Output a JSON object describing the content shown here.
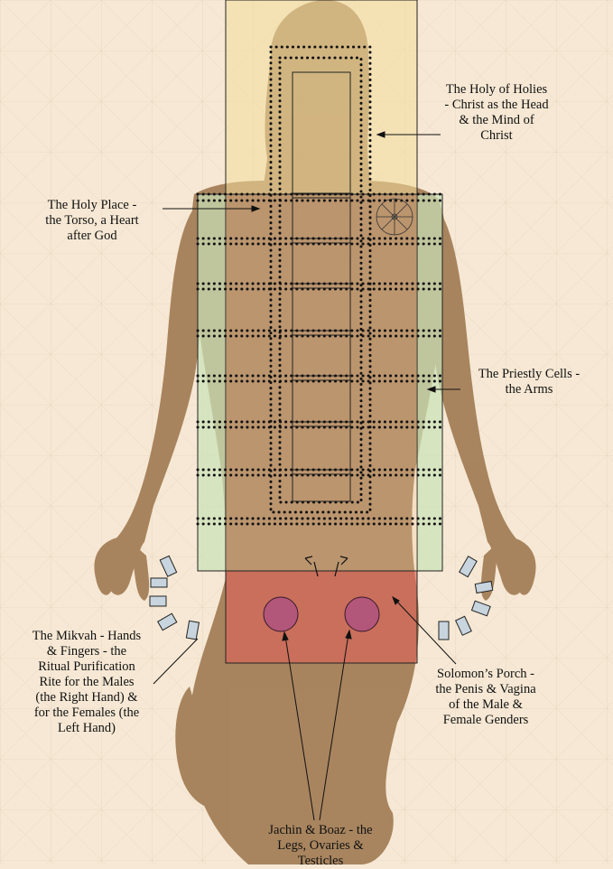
{
  "labels": {
    "holy_of_holies": [
      "The Holy of Holies",
      "- Christ as the Head",
      "& the Mind of",
      "Christ"
    ],
    "holy_place": [
      "The Holy Place -",
      "the Torso, a Heart",
      "after God"
    ],
    "priestly_cells": [
      "The Priestly Cells -",
      "the Arms"
    ],
    "mikvah": [
      "The Mikvah - Hands",
      "& Fingers - the",
      "Ritual Purification",
      "Rite for the Males",
      "(the Right Hand) &",
      "for the Females (the",
      "Left Hand)"
    ],
    "solomons_porch": [
      "Solomon’s Porch -",
      "the Penis & Vagina",
      "of the Male &",
      "Female Genders"
    ],
    "jachin_boaz": [
      "Jachin & Boaz - the",
      "Legs, Ovaries &",
      "Testicles"
    ]
  },
  "colors": {
    "background": "#f6e8d4",
    "holy_of_holies_fill": "#f3dc9a",
    "priestly_cells_fill": "#c9e3b8",
    "porch_fill": "#e0625a",
    "pillar_fill": "#b2567a",
    "figure": "#a07a52"
  },
  "icons": {
    "heart_symbol": "radial-wheel-icon",
    "finger_marks": "rectangle-marks"
  }
}
